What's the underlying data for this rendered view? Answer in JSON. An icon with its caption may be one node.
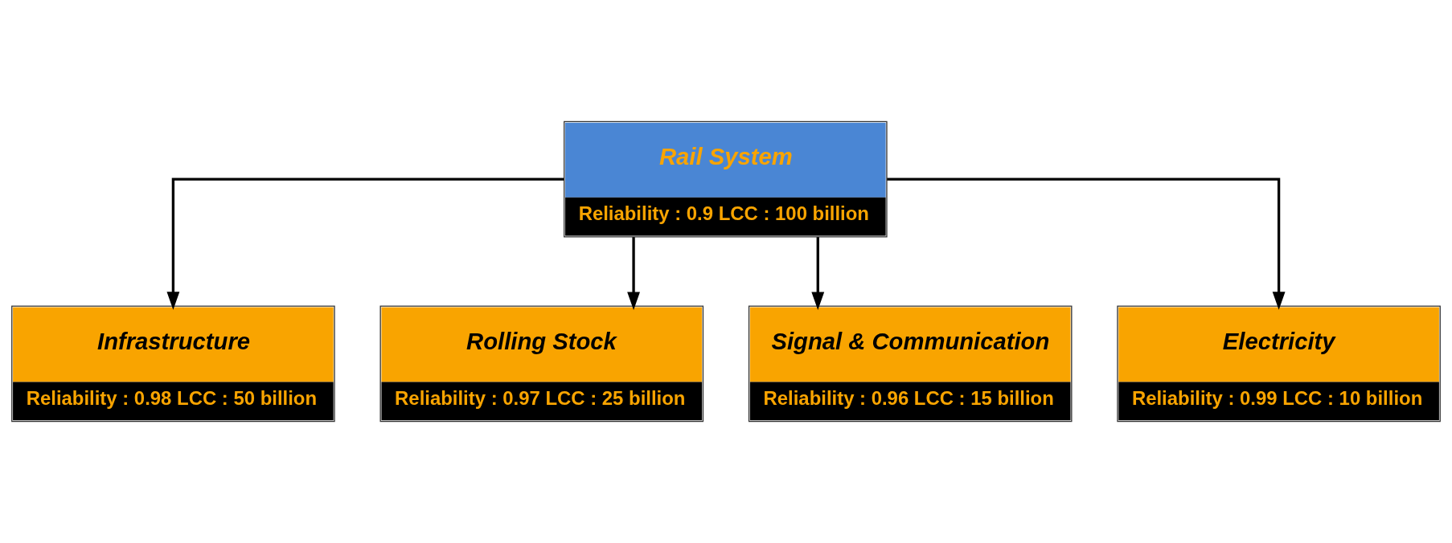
{
  "diagram": {
    "nodes": [
      {
        "text": [
          "Rail System",
          "Reliability : 0.9 LCC : 100 billion"
        ]
      },
      {
        "text": [
          "Infrastructure",
          "Reliability : 0.98 LCC : 50 billion"
        ]
      },
      {
        "text": [
          "Rolling Stock",
          "Reliability : 0.97 LCC : 25 billion"
        ]
      },
      {
        "text": [
          "Signal & Communication",
          "Reliability : 0.96 LCC : 15 billion"
        ]
      },
      {
        "text": [
          "Electricity",
          "Reliability : 0.99 LCC : 10 billion"
        ]
      }
    ],
    "edges": [
      {
        "from": 0,
        "to": 1,
        "arrow": "to"
      },
      {
        "from": 0,
        "to": 2,
        "arrow": "to"
      },
      {
        "from": 0,
        "to": 3,
        "arrow": "to"
      },
      {
        "from": 0,
        "to": 4,
        "arrow": "to"
      }
    ]
  }
}
